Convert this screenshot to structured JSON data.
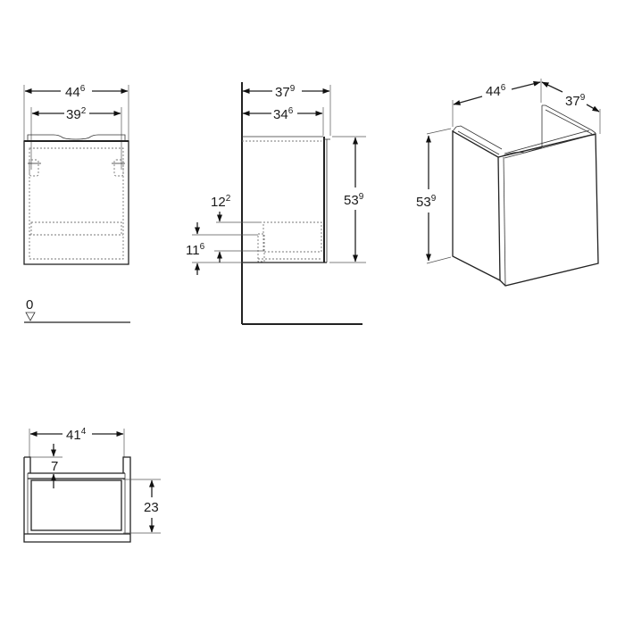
{
  "front_view": {
    "outer_width": {
      "main": "44",
      "sup": "6"
    },
    "inner_width": {
      "main": "39",
      "sup": "2"
    },
    "floor_label": "0"
  },
  "side_view": {
    "overall_depth": {
      "main": "37",
      "sup": "9"
    },
    "body_depth": {
      "main": "34",
      "sup": "6"
    },
    "height": {
      "main": "53",
      "sup": "9"
    },
    "drawer_offset_upper": {
      "main": "12",
      "sup": "2"
    },
    "drawer_offset_lower": {
      "main": "11",
      "sup": "6"
    }
  },
  "iso_view": {
    "width": {
      "main": "44",
      "sup": "6"
    },
    "depth": {
      "main": "37",
      "sup": "9"
    },
    "height": {
      "main": "53",
      "sup": "9"
    }
  },
  "section_view": {
    "inner_width": {
      "main": "41",
      "sup": "4"
    },
    "top_gap": {
      "main": "7",
      "sup": ""
    },
    "drawer_height": {
      "main": "23",
      "sup": ""
    }
  },
  "colors": {
    "line": "#222222",
    "hidden": "#777777",
    "background": "#ffffff"
  }
}
